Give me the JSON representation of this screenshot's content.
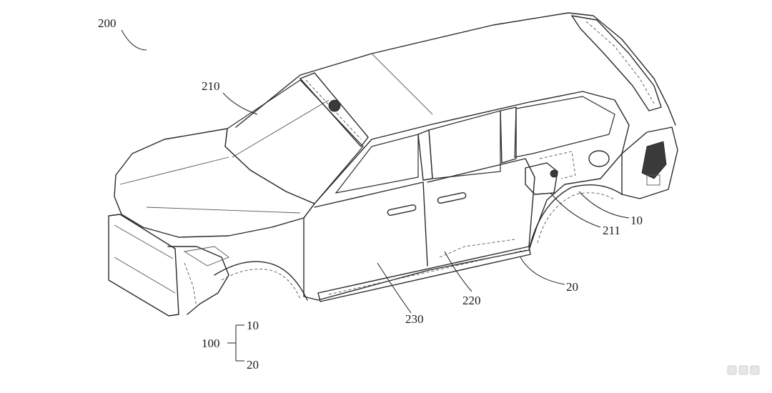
{
  "labels": {
    "l200": "200",
    "l210": "210",
    "l211": "211",
    "l10a": "10",
    "l20a": "20",
    "l220": "220",
    "l230": "230",
    "l100": "100",
    "l10b": "10",
    "l20b": "20"
  }
}
